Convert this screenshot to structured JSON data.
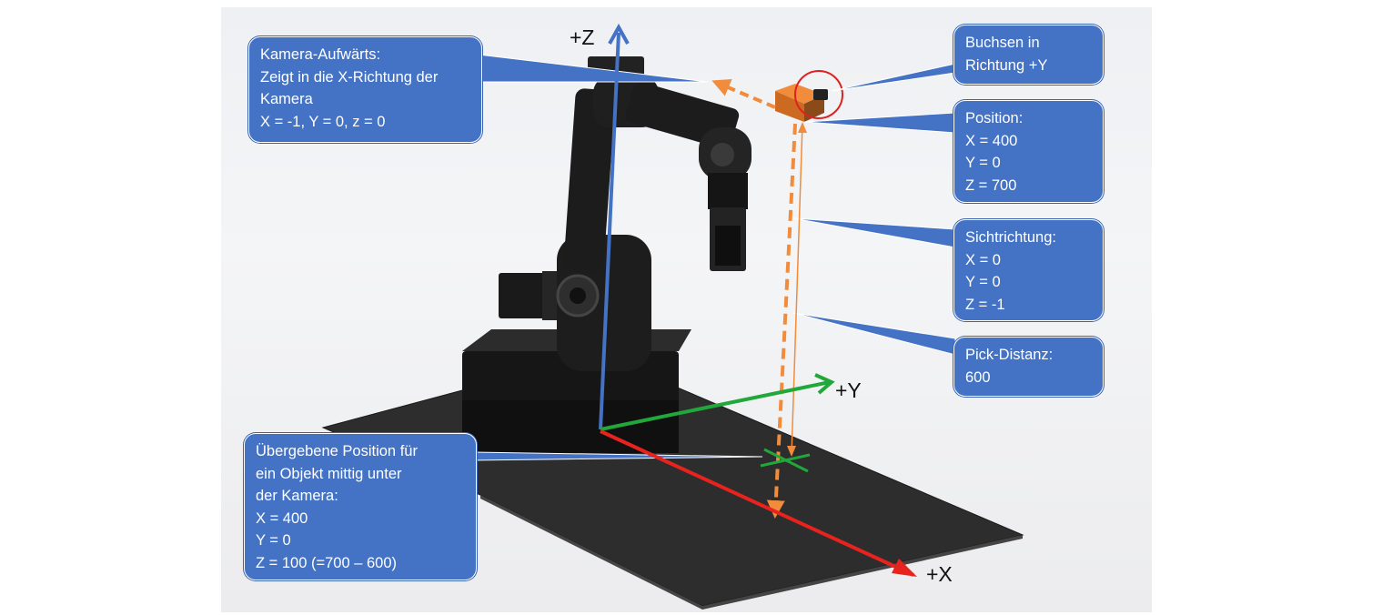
{
  "axes": {
    "z": "+Z",
    "y": "+Y",
    "x": "+X"
  },
  "callouts": {
    "camera_up": [
      "Kamera-Aufwärts:",
      "Zeigt in die X-Richtung der",
      "Kamera",
      "X = -1, Y = 0, z = 0"
    ],
    "sockets": [
      "Buchsen in",
      "Richtung +Y"
    ],
    "position": [
      "Position:",
      "X = 400",
      "Y = 0",
      "Z = 700"
    ],
    "view_direction": [
      "Sichtrichtung:",
      "X = 0",
      "Y = 0",
      "Z = -1"
    ],
    "pick_distance": [
      "Pick-Distanz:",
      "600"
    ],
    "handover_position": [
      "Übergebene Position für",
      "ein Objekt mittig unter",
      "der Kamera:",
      "X = 400",
      "Y = 0",
      "Z = 100   (=700 – 600)"
    ]
  },
  "colors": {
    "callout": "#4472c4",
    "z_axis": "#4472c4",
    "y_axis": "#22a83a",
    "x_axis": "#e8231e",
    "guide": "#f08c3c",
    "robot": "#1c1c1c",
    "plate": "#2d2d2d"
  }
}
